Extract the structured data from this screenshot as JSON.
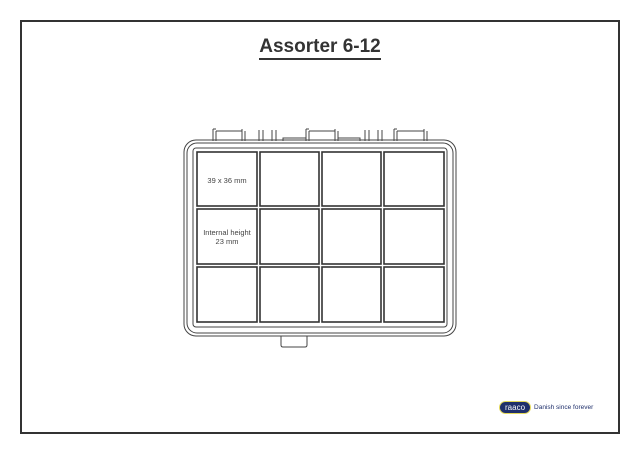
{
  "title": "Assorter 6-12",
  "cells": {
    "dimensions": "39 x 36 mm",
    "internal_height_line1": "Internal height",
    "internal_height_line2": "23 mm"
  },
  "grid": {
    "rows": 3,
    "cols": 4
  },
  "brand": {
    "logo_text": "raaco",
    "tagline": "Danish since forever",
    "logo_color": "#1f2f6b",
    "logo_outline": "#e3d85a"
  }
}
